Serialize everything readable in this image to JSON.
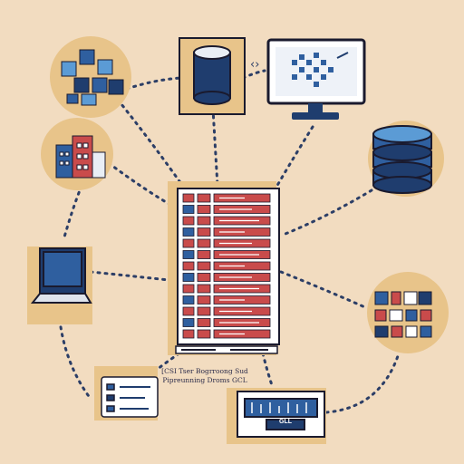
{
  "colors": {
    "background": "#f2dcc0",
    "accent_tan": "#e8c48a",
    "navy": "#1f3d6e",
    "blue": "#2f5f9f",
    "red": "#c94b4b",
    "outline": "#1a1a2e",
    "connector": "#2c3e66"
  },
  "nodes": {
    "cubes": {
      "icon": "cubes-cluster-icon"
    },
    "database_cylinder": {
      "icon": "database-cylinder-icon"
    },
    "monitor_map": {
      "icon": "monitor-map-icon"
    },
    "building": {
      "icon": "building-icon"
    },
    "disk_stack": {
      "icon": "database-stack-icon"
    },
    "laptop": {
      "icon": "laptop-icon"
    },
    "server_rack": {
      "icon": "server-rack-icon"
    },
    "document_list": {
      "icon": "document-list-icon"
    },
    "control_panel": {
      "icon": "control-panel-icon"
    },
    "icon_grid": {
      "icon": "icon-grid-icon"
    }
  },
  "caption": {
    "line1": "[CSI Tser Bogrroong Sud",
    "line2": "Pipreunning Droms GCL"
  },
  "panel_tag": "GLL",
  "monitor_chevron": "‹›"
}
